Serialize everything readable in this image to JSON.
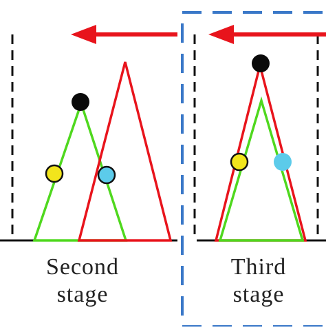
{
  "labels": {
    "second_line1": "Second",
    "second_line2": "stage",
    "third_line1": "Third",
    "third_line2": "stage"
  },
  "colors": {
    "arrow": "#e8141c",
    "red_triangle": "#e8141c",
    "green_triangle": "#4fd81e",
    "dashed_line": "#111111",
    "blue_box": "#3a78c8",
    "baseline": "#111111",
    "black_dot": "#0a0a0a",
    "yellow_dot": "#f2e51c",
    "cyan_dot": "#5ccbea"
  }
}
